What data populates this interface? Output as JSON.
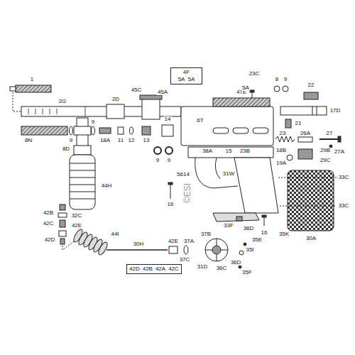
{
  "diagram": {
    "nodes": [
      {
        "text": [
          "4F",
          "5A",
          "5A"
        ]
      },
      {
        "text": [
          "42D",
          "42B",
          "42A",
          "42C"
        ]
      }
    ],
    "labels": [
      "1",
      "2G",
      "2D",
      "45C",
      "45A",
      "8N",
      "9",
      "8D",
      "9",
      "18A",
      "11",
      "12",
      "13",
      "14",
      "9",
      "9",
      "6T",
      "47E",
      "23C",
      "5A",
      "8",
      "9",
      "22",
      "17D",
      "21",
      "23",
      "26A",
      "27",
      "27A",
      "29B",
      "29C",
      "23B",
      "15",
      "38A",
      "18B",
      "19A",
      "5614",
      "31W",
      "16",
      "16",
      "30A",
      "33C",
      "33C",
      "44H",
      "42B",
      "32C",
      "42C",
      "42E",
      "42D",
      "44I",
      "30H",
      "42E",
      "37A",
      "37C",
      "37B",
      "31D",
      "36C",
      "36D",
      "35F",
      "35I",
      "35E",
      "36D",
      "33F",
      "35K",
      "©ESI"
    ]
  }
}
